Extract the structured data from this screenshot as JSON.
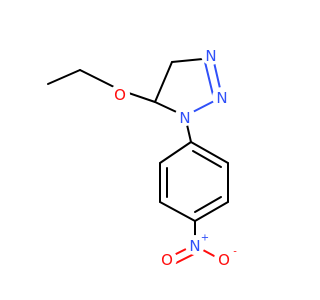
{
  "molecule": {
    "atoms": {
      "o_ether": "O",
      "n1": "N",
      "n2": "N",
      "n3": "N",
      "n_nitro": "N",
      "o_nitro_left": "O",
      "o_nitro_right": "O"
    },
    "charges": {
      "n_nitro": "+",
      "o_nitro_right": "-"
    }
  },
  "colors": {
    "carbon_bond": "#000000",
    "nitrogen": "#3050F8",
    "oxygen": "#FF0D0D",
    "background": "#FFFFFF"
  }
}
